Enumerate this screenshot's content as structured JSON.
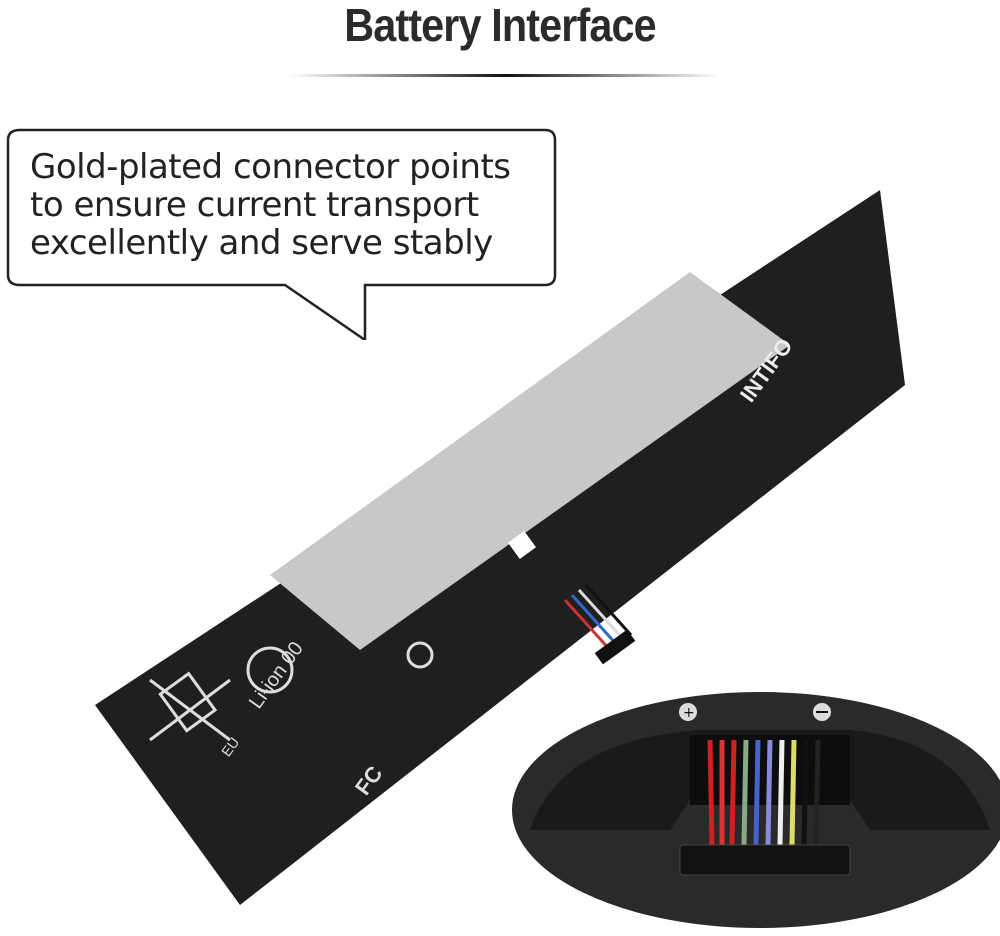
{
  "header": {
    "title": "Battery Interface"
  },
  "callout": {
    "lines": [
      "Gold-plated connector points",
      "to ensure current transport",
      "excellently and serve stably"
    ]
  },
  "battery": {
    "brand": "INTIFO",
    "chemistry": "Li-ion 00",
    "region": "EU",
    "cert": "FC"
  },
  "colors": {
    "battery": "#1e1e1e",
    "label": "#c9c9c9",
    "title": "#2b2b2b"
  }
}
